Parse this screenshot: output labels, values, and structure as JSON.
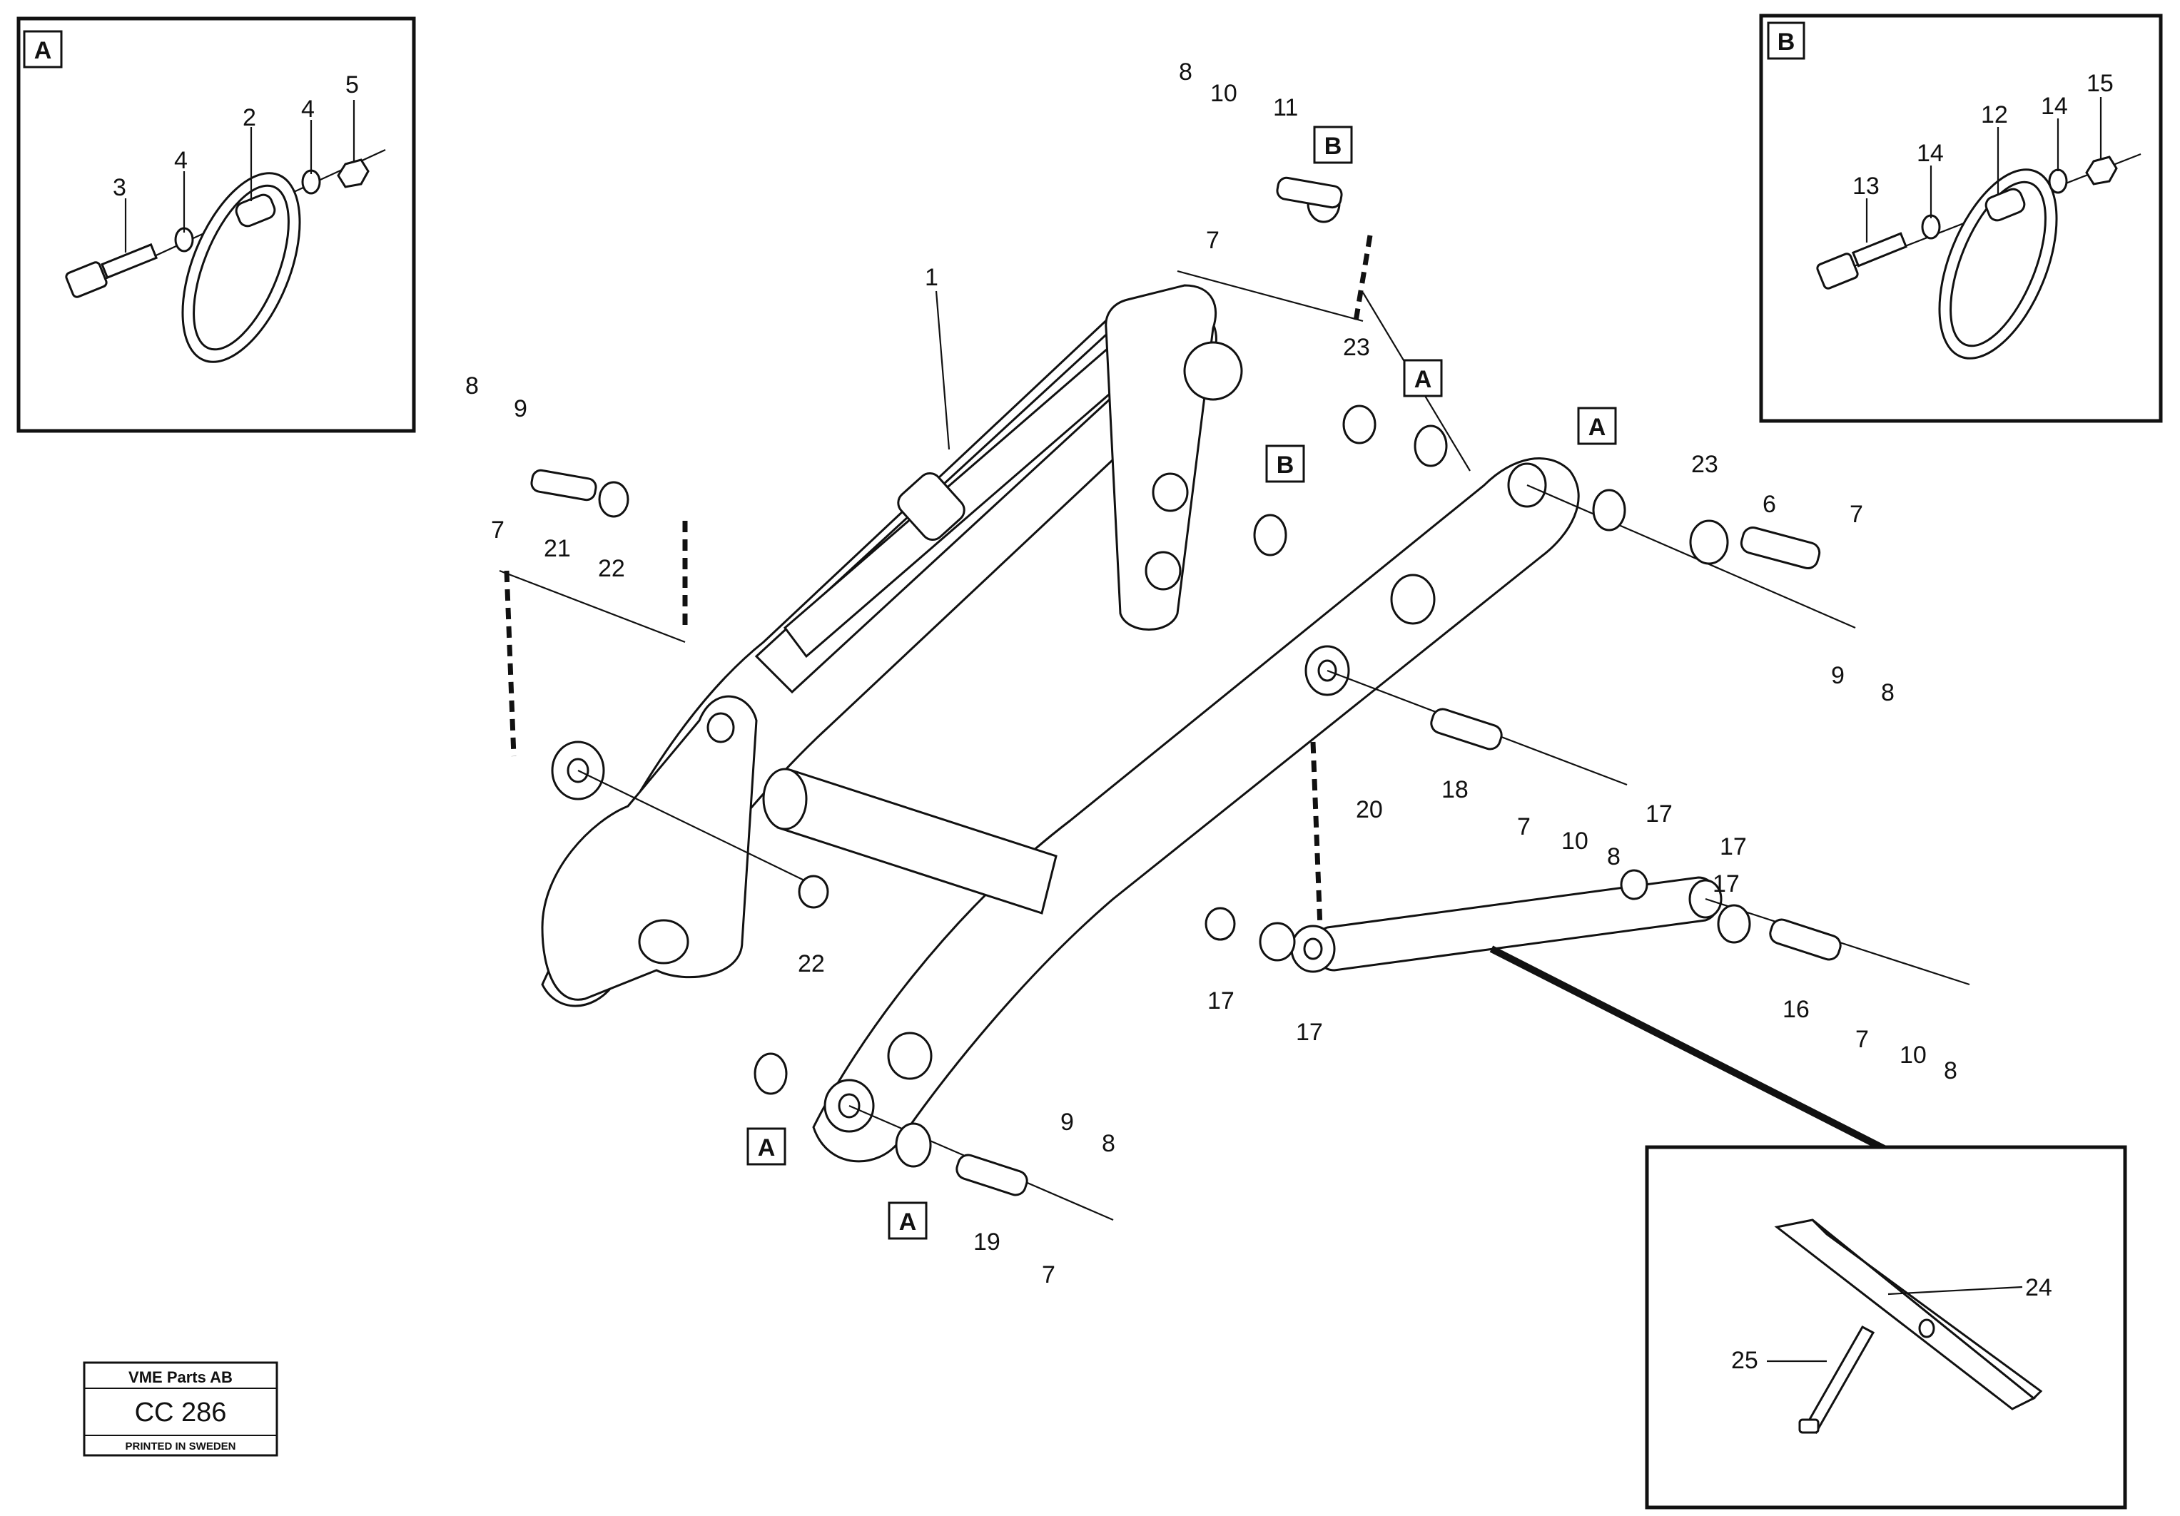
{
  "insets": {
    "a": {
      "label": "A",
      "callouts": [
        "2",
        "3",
        "4",
        "4",
        "5"
      ]
    },
    "b": {
      "label": "B",
      "callouts": [
        "12",
        "13",
        "14",
        "14",
        "15"
      ]
    },
    "detail": {
      "callouts": [
        "24",
        "25"
      ]
    }
  },
  "ref_tags": [
    "A",
    "A",
    "A",
    "A",
    "B",
    "B"
  ],
  "callouts": [
    "1",
    "6",
    "7",
    "7",
    "7",
    "7",
    "7",
    "7",
    "8",
    "8",
    "8",
    "8",
    "8",
    "8",
    "9",
    "9",
    "9",
    "10",
    "10",
    "10",
    "11",
    "16",
    "17",
    "17",
    "17",
    "17",
    "17",
    "18",
    "19",
    "20",
    "21",
    "22",
    "22",
    "23",
    "23"
  ],
  "stamp": {
    "company": "VME Parts AB",
    "code": "CC 286",
    "printed": "PRINTED IN SWEDEN"
  },
  "colors": {
    "ink": "#111111",
    "paper": "#ffffff"
  }
}
